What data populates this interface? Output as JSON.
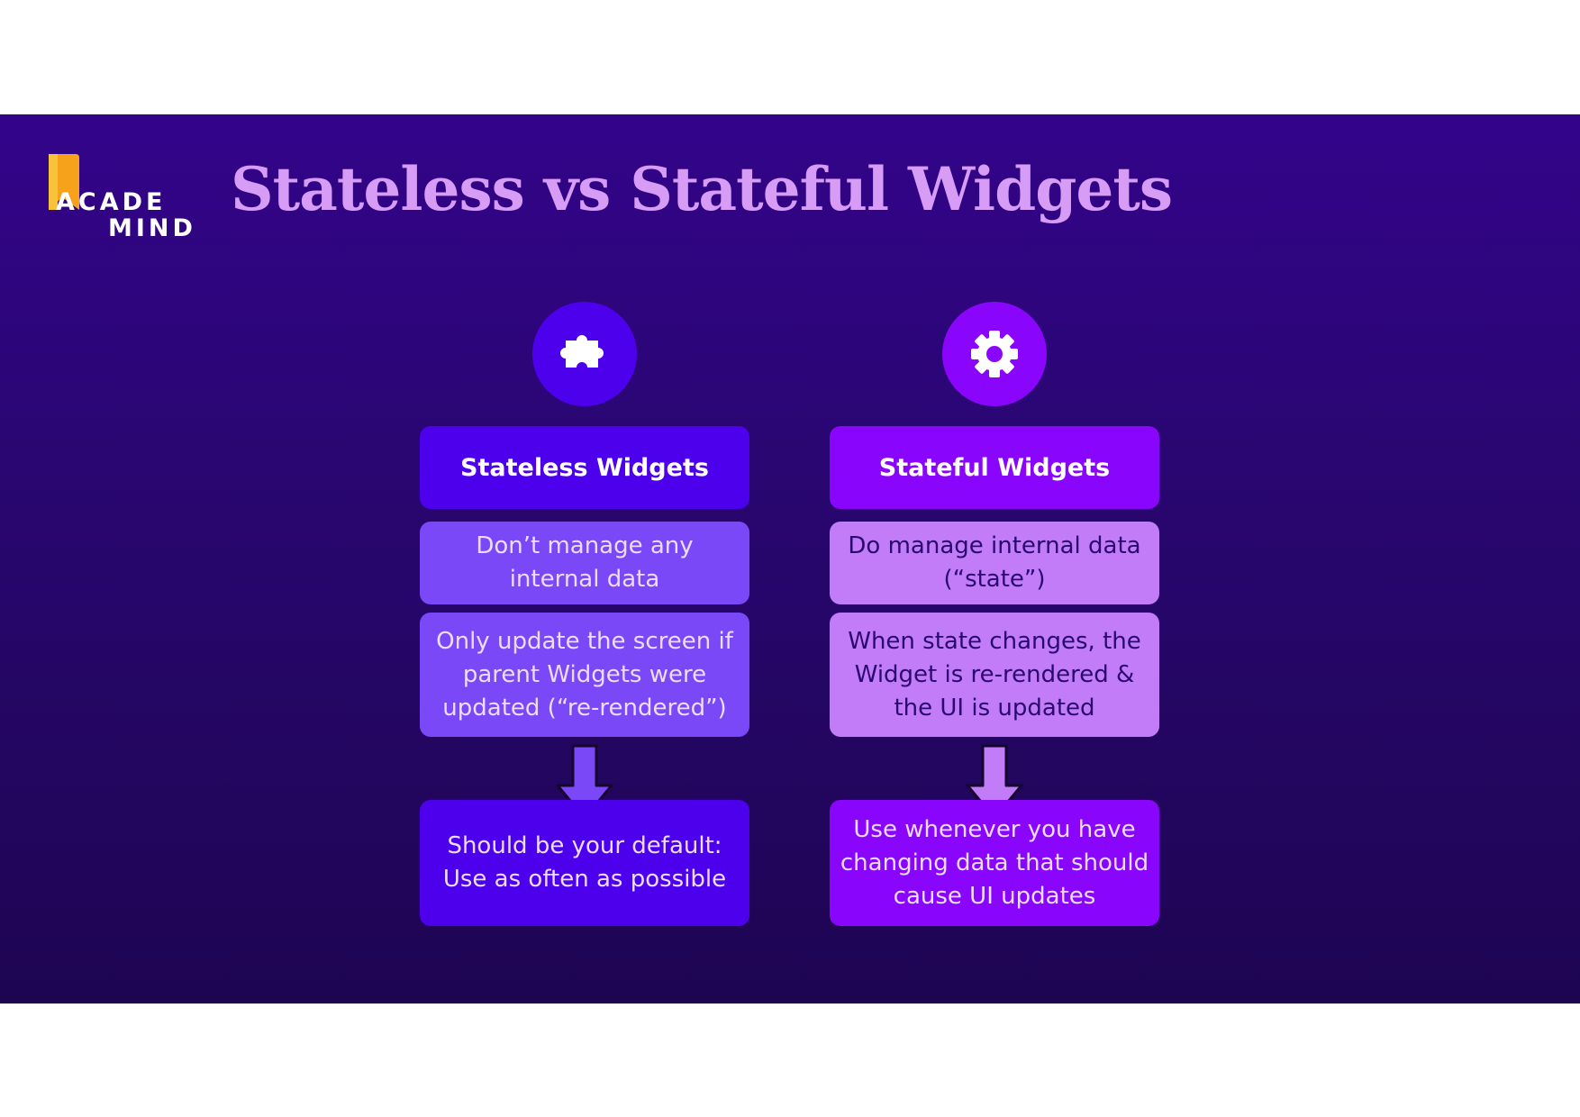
{
  "slide": {
    "title": "Stateless vs Stateful Widgets",
    "background_color": "#2a0675"
  },
  "logo": {
    "line1": "ACADE",
    "line2": "MIND",
    "flag_color": "#f6a21a"
  },
  "columns": {
    "stateless": {
      "icon": "puzzle-piece-icon",
      "icon_circle_color": "#4c00ec",
      "header_label": "Stateless Widgets",
      "header_color": "#4c00ec",
      "body_color": "#7b48f8",
      "body_text_color": "#ecdcff",
      "points": [
        "Don’t manage any\ninternal data",
        "Only update the screen if\nparent Widgets were\nupdated (“re-rendered”)"
      ],
      "conclusion": "Should be your default:\nUse as often as possible"
    },
    "stateful": {
      "icon": "gear-icon",
      "icon_circle_color": "#8a05fb",
      "header_label": "Stateful Widgets",
      "header_color": "#8a05fb",
      "body_color": "#c27cf8",
      "body_text_color": "#2b0870",
      "points": [
        "Do manage internal data\n(“state”)",
        "When state changes, the\nWidget is re-rendered &\nthe UI is updated"
      ],
      "conclusion": "Use whenever you have\nchanging data that should\ncause UI updates"
    }
  }
}
